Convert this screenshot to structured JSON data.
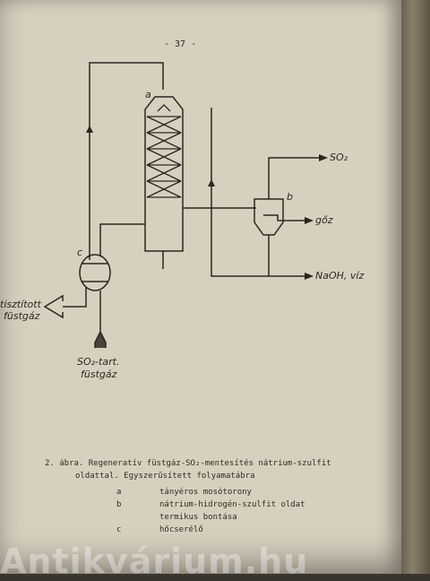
{
  "page_number": "- 37 -",
  "labels": {
    "a": "a",
    "b": "b",
    "c": "c",
    "so2_out": "SO₂",
    "goz": "gőz",
    "naoh": "NaOH, víz",
    "tisztitott_1": "tisztított",
    "tisztitott_2": "füstgáz",
    "so2_tart_1": "SO₂-tart.",
    "so2_tart_2": "füstgáz"
  },
  "caption": {
    "line1": "2. ábra. Regeneratív füstgáz-SO₂-mentesítés nátrium-szulfit",
    "line2": "oldattal. Egyszerűsített folyamatábra",
    "legend": [
      {
        "key": "a",
        "text": "tányéros mosótorony"
      },
      {
        "key": "b",
        "text": "nátrium-hidrogén-szulfit oldat"
      },
      {
        "key": "",
        "text": "termikus bontása"
      },
      {
        "key": "c",
        "text": "hőcserélő"
      }
    ]
  },
  "watermark": "Antikvárium.hu"
}
